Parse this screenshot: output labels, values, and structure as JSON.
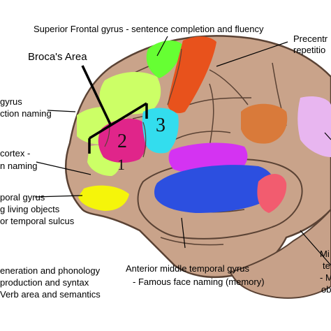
{
  "labels": {
    "superior_frontal": "Superior Frontal gyrus - sentence completion and fluency",
    "brocas_area": "Broca's Area",
    "precentral_1": "Precentr",
    "precentral_2": "repetitio",
    "gyrus_fragment": "gyrus",
    "action_naming": "ction naming",
    "cortex_fragment": "cortex -",
    "n_naming": "n naming",
    "poral_gyrus": "poral gyrus",
    "living_objects": "g living objects",
    "temporal_sulcus": "or temporal sulcus",
    "generation_phonology": "eneration and phonology",
    "production_syntax": "production and syntax",
    "verb_area": "Verb area and semantics",
    "anterior_mtg": "Anterior middle temporal gyrus",
    "famous_face": "- Famous face naming (memory)",
    "mid_1": "Mi",
    "mid_2": "te",
    "mid_3": "- M",
    "mid_4": "ob"
  },
  "area_numbers": {
    "area1": "1",
    "area2": "2",
    "area3": "3"
  },
  "colors": {
    "brain": "#c9a38a",
    "brain_outline": "#5a4234",
    "green_light": "#ccff66",
    "green_bright": "#66ff33",
    "orange_red": "#e8521c",
    "magenta": "#e0258a",
    "cyan": "#33ddee",
    "purple": "#d433f2",
    "blue": "#2c4fe0",
    "pink_red": "#f25c6f",
    "yellow": "#f5f50a",
    "orange": "#d97a3a",
    "lavender": "#e8b6f0"
  }
}
